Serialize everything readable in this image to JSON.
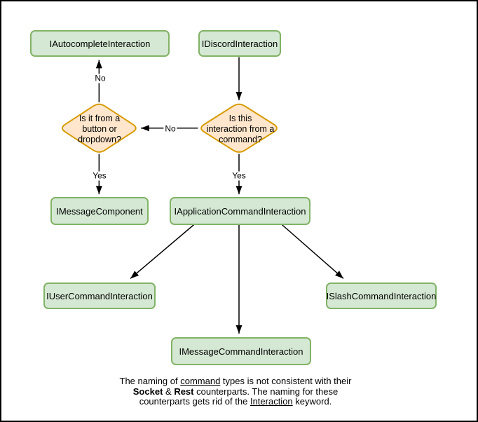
{
  "colors": {
    "node_fill": "#d5e8d4",
    "node_stroke": "#82b366",
    "decision_fill": "#ffe6cc",
    "decision_stroke": "#d79b00",
    "edge_color": "#000000",
    "text_color": "#000000"
  },
  "nodes": {
    "autocomplete": {
      "label": "IAutocompleteInteraction"
    },
    "discord": {
      "label": "IDiscordInteraction"
    },
    "message_component": {
      "label": "IMessageComponent"
    },
    "application_command": {
      "label": "IApplicationCommandInteraction"
    },
    "user_command": {
      "label": "IUserCommandInteraction"
    },
    "slash_command": {
      "label": "ISlashCommandInteraction"
    },
    "message_command": {
      "label": "IMessageCommandInteraction"
    }
  },
  "decisions": {
    "button_or_dropdown": {
      "lines": [
        "Is it from a",
        "button or",
        "dropdown?"
      ]
    },
    "from_command": {
      "lines": [
        "Is this",
        "interaction from a",
        "command?"
      ]
    }
  },
  "edge_labels": {
    "no_up": "No",
    "no_left": "No",
    "yes_left": "Yes",
    "yes_right": "Yes"
  },
  "note": {
    "lines": [
      {
        "parts": [
          {
            "text": "The naming of "
          },
          {
            "text": "command",
            "style": "underline"
          },
          {
            "text": " types is not consistent with their"
          }
        ]
      },
      {
        "parts": [
          {
            "text": "Socket",
            "style": "bold"
          },
          {
            "text": " & "
          },
          {
            "text": "Rest",
            "style": "bold"
          },
          {
            "text": " counterparts. The naming for these"
          }
        ]
      },
      {
        "parts": [
          {
            "text": "counterparts gets rid of the "
          },
          {
            "text": "Interaction",
            "style": "underline"
          },
          {
            "text": " keyword."
          }
        ]
      }
    ]
  }
}
